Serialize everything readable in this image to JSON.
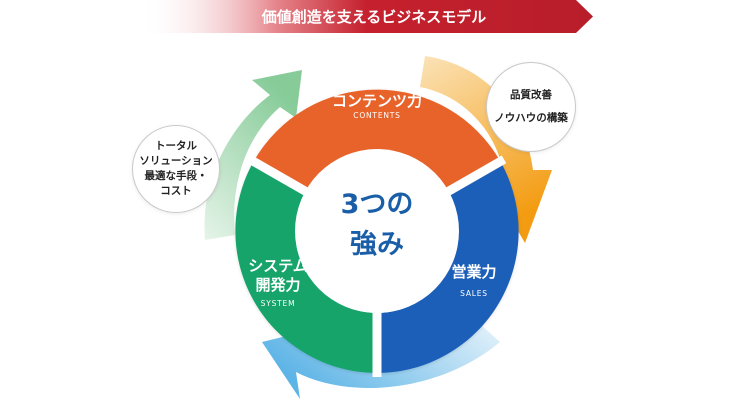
{
  "banner": {
    "title": "価値創造を支えるビジネスモデル"
  },
  "center": {
    "line1": "3つの",
    "line2": "強み"
  },
  "segments": {
    "contents": {
      "label": "コンテンツ力",
      "sub": "CONTENTS"
    },
    "sales": {
      "label": "営業力",
      "sub": "SALES"
    },
    "system": {
      "line1": "システム",
      "line2": "開発力",
      "sub": "SYSTEM"
    }
  },
  "callouts": {
    "left": [
      "トータル",
      "ソリューション",
      "最適な手段・",
      "コスト"
    ],
    "right": [
      "品質改善",
      "ノウハウの構築"
    ]
  },
  "colors": {
    "banner": "#c5202d",
    "contents": "#e8632a",
    "sales": "#1f5eb8",
    "system": "#18a46a",
    "center_text": "#1a5ea8",
    "arrow_green": "#8fcf9f",
    "arrow_orange": "#f3a21f",
    "arrow_blue": "#6fbde8"
  }
}
